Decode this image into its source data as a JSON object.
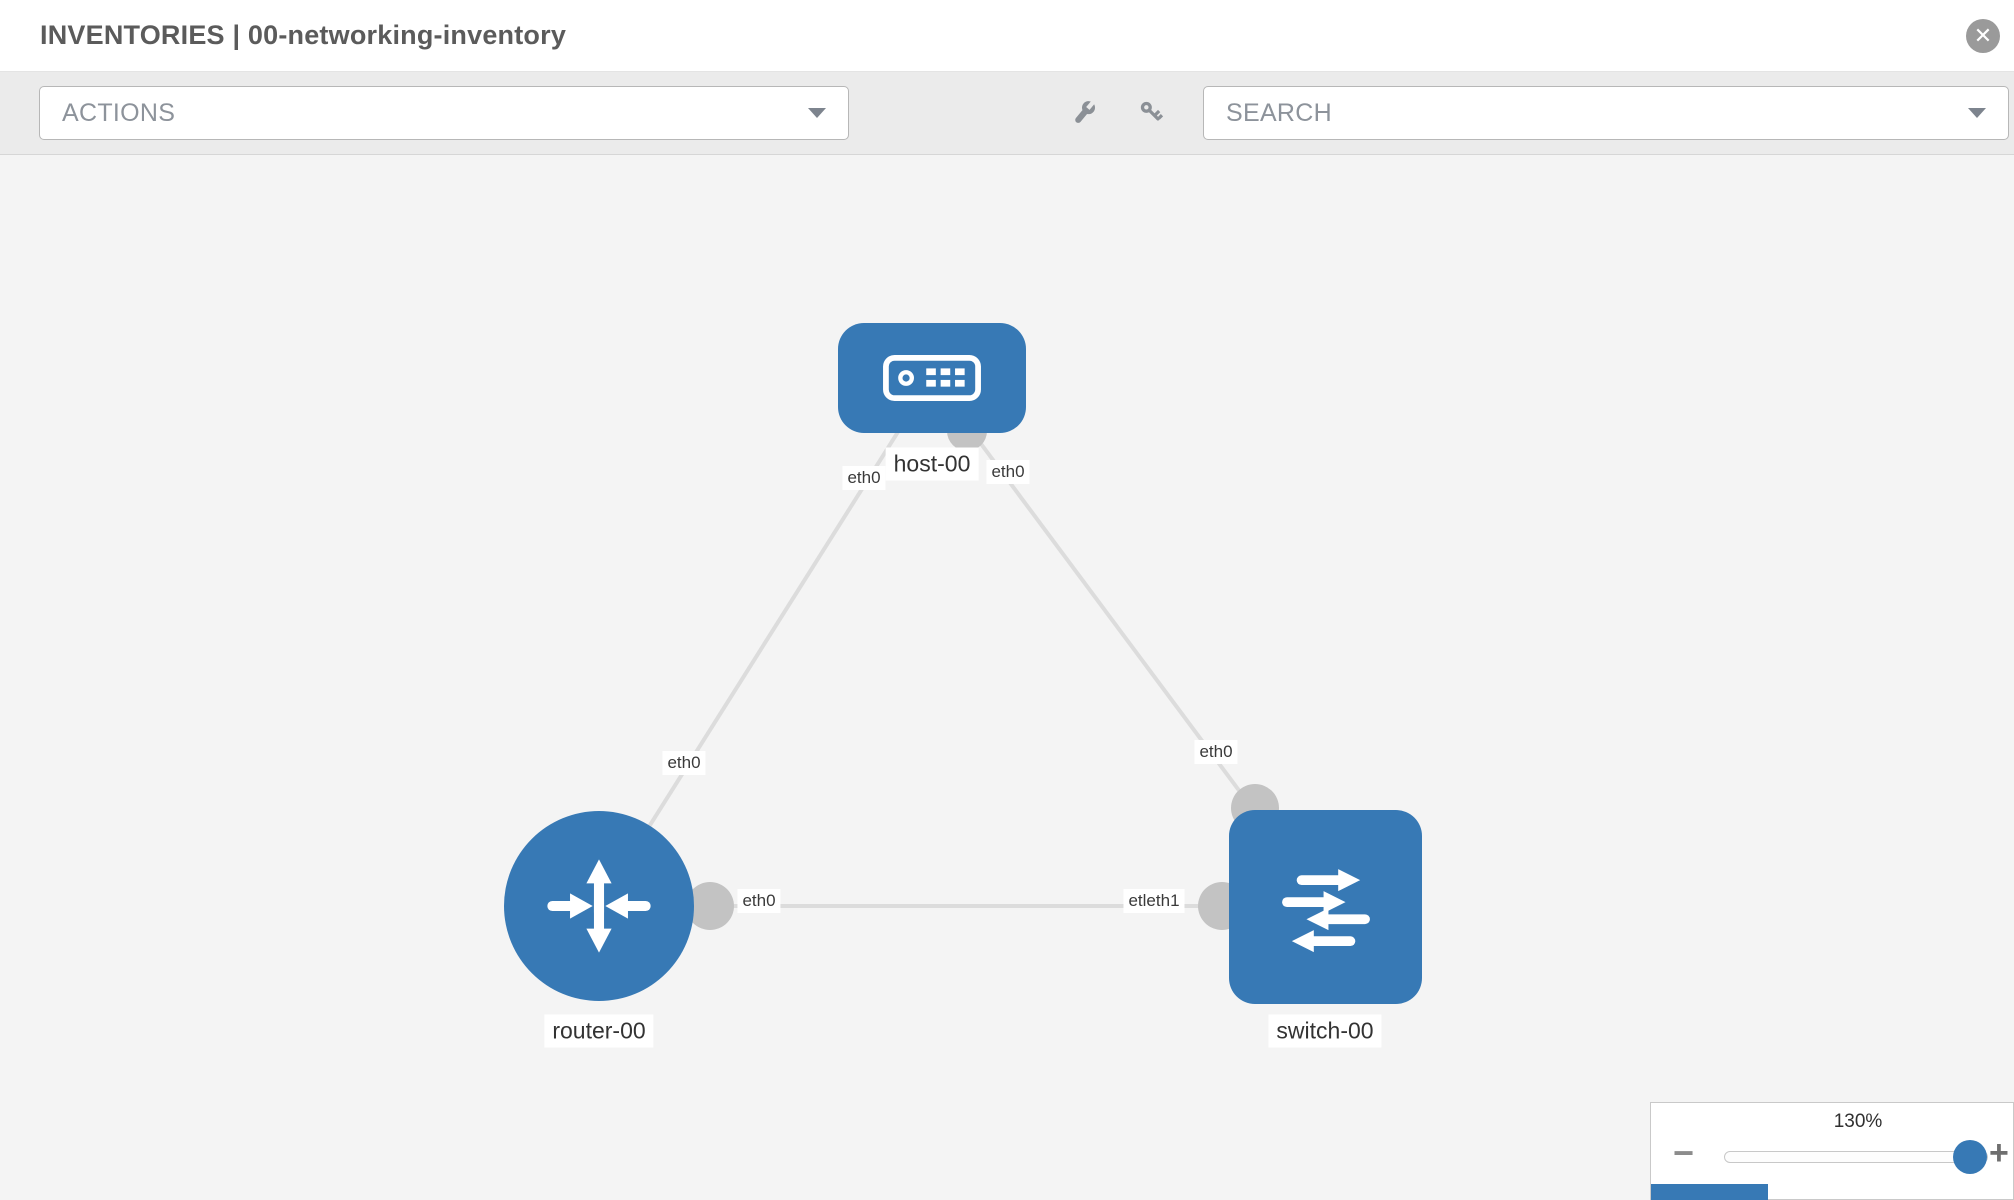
{
  "header": {
    "title": "INVENTORIES | 00-networking-inventory"
  },
  "toolbar": {
    "actions_label": "ACTIONS",
    "search_label": "SEARCH"
  },
  "canvas": {
    "nodes": [
      {
        "id": "host-00",
        "label": "host-00",
        "type": "host"
      },
      {
        "id": "router-00",
        "label": "router-00",
        "type": "router"
      },
      {
        "id": "switch-00",
        "label": "switch-00",
        "type": "switch"
      }
    ],
    "links": [
      {
        "from": "host-00",
        "to": "router-00",
        "from_label": "eth0",
        "to_label": "eth0"
      },
      {
        "from": "host-00",
        "to": "switch-00",
        "from_label": "eth0",
        "to_label": "eth0"
      },
      {
        "from": "router-00",
        "to": "switch-00",
        "from_label": "eth0",
        "to_label": "etleth1"
      }
    ]
  },
  "zoom": {
    "level": "130%",
    "minus_label": "−",
    "plus_label": "+"
  },
  "colors": {
    "node_blue": "#3779b5",
    "link_gray": "#dcdcdc",
    "connector_gray": "#c3c3c3"
  }
}
